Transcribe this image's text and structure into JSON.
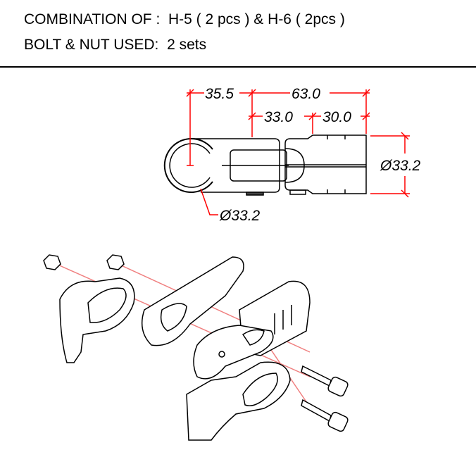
{
  "header": {
    "combination_label": "COMBINATION OF :",
    "combination_value": "H-5 ( 2 pcs ) & H-6 ( 2pcs )",
    "bolt_label": "BOLT & NUT USED:",
    "bolt_value": "2 sets"
  },
  "dimensions": {
    "offset": "35.5",
    "total_length": "63.0",
    "left_length": "33.0",
    "right_length": "30.0",
    "pipe_diameter_right": "Ø33.2",
    "pipe_diameter_left": "Ø33.2"
  },
  "colors": {
    "dimension": "#ff0000",
    "line": "#000000",
    "assembly_axis": "#f08080"
  }
}
